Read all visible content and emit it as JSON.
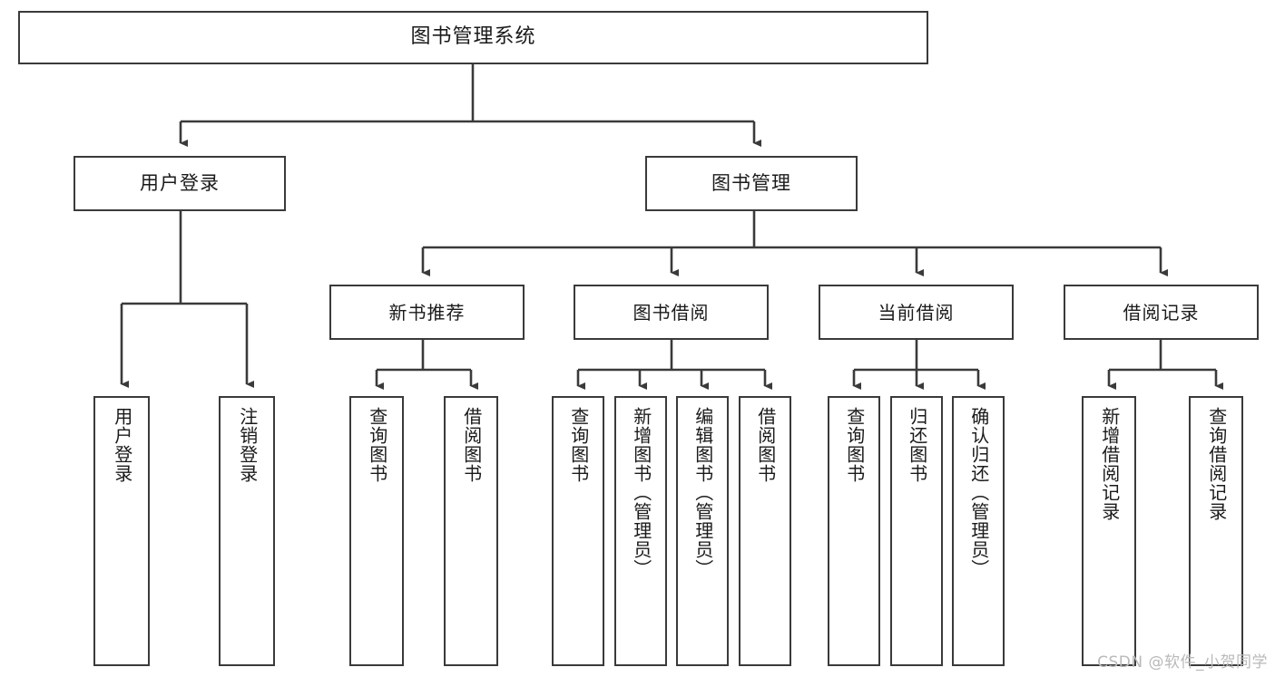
{
  "diagram": {
    "title": "图书管理系统",
    "type": "tree",
    "watermark": "CSDN @软件_小贺同学",
    "edge_color": "#3a3a3a",
    "box_border_color": "#3a3a3a",
    "box_fill_color": "#ffffff",
    "text_color": "#1a1a1a",
    "watermark_color": "#b9b9b9"
  },
  "nodes": {
    "root": {
      "label": "图书管理系统"
    },
    "level1": [
      {
        "id": "user-login",
        "label": "用户登录"
      },
      {
        "id": "book-manage",
        "label": "图书管理"
      }
    ],
    "level2": [
      {
        "id": "new-book-recommend",
        "label": "新书推荐"
      },
      {
        "id": "book-borrow",
        "label": "图书借阅"
      },
      {
        "id": "current-borrow",
        "label": "当前借阅"
      },
      {
        "id": "borrow-record",
        "label": "借阅记录"
      }
    ],
    "leaves": {
      "user_login": [
        {
          "id": "leaf-user-login",
          "label": "用户登录"
        },
        {
          "id": "leaf-logout",
          "label": "注销登录"
        }
      ],
      "new_book_recommend": [
        {
          "id": "leaf-query-book-1",
          "label": "查询图书"
        },
        {
          "id": "leaf-borrow-book-1",
          "label": "借阅图书"
        }
      ],
      "book_borrow": [
        {
          "id": "leaf-query-book-2",
          "label": "查询图书"
        },
        {
          "id": "leaf-add-book",
          "label": "新增图书（管理员）"
        },
        {
          "id": "leaf-edit-book",
          "label": "编辑图书（管理员）"
        },
        {
          "id": "leaf-borrow-book-2",
          "label": "借阅图书"
        }
      ],
      "current_borrow": [
        {
          "id": "leaf-query-book-3",
          "label": "查询图书"
        },
        {
          "id": "leaf-return-book",
          "label": "归还图书"
        },
        {
          "id": "leaf-confirm-return",
          "label": "确认归还（管理员）"
        }
      ],
      "borrow_record": [
        {
          "id": "leaf-add-record",
          "label": "新增借阅记录"
        },
        {
          "id": "leaf-query-record",
          "label": "查询借阅记录"
        }
      ]
    }
  }
}
